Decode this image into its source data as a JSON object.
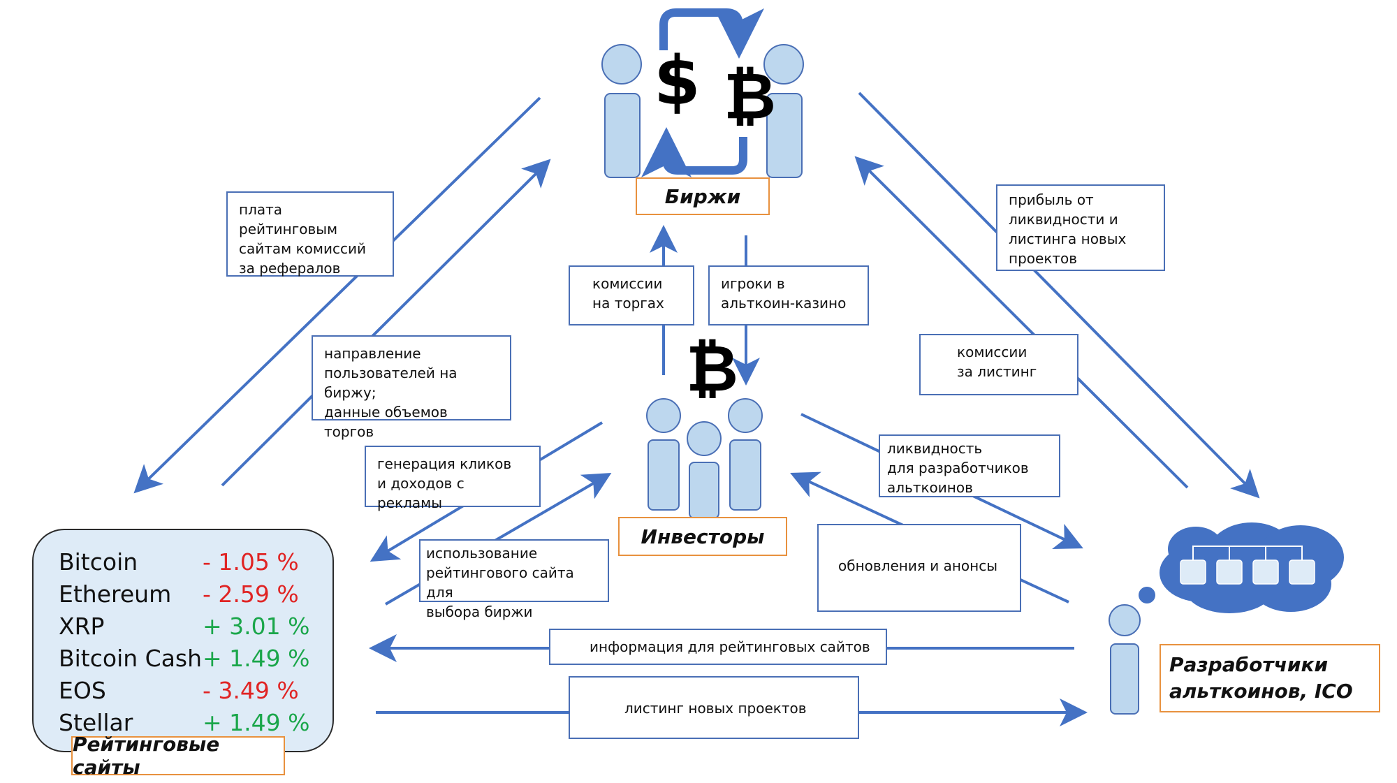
{
  "nodes": {
    "exchanges": "Биржи",
    "investors": "Инвесторы",
    "ratings": "Рейтинговые сайты",
    "developers": "Разработчики\nальткоинов, ICO"
  },
  "edge_labels": {
    "referral_fees": "плата рейтинговым\nсайтам комиссий\nза рефералов",
    "user_direction": "направление\nпользователей на биржу;\nданные объемов торгов",
    "trading_fees": "комиссии\nна торгах",
    "casino_players": "игроки в\nальткоин-казино",
    "liquidity_profit": "прибыль от\nликвидности и\nлистинга новых\nпроектов",
    "listing_fees": "комиссии\nза листинг",
    "clicks_ads": "генерация кликов\nи доходов с рекламы",
    "rating_use": "использование\nрейтингового сайта для\nвыбора биржи",
    "dev_liquidity": "ликвидность\nдля разработчиков\nальткоинов",
    "updates": "обновления и анонсы",
    "ratings_info": "информация для рейтинговых сайтов",
    "new_listing": "листинг новых проектов"
  },
  "ratings_list": [
    {
      "name": "Bitcoin",
      "change": "- 1.05 %"
    },
    {
      "name": "Ethereum",
      "change": "- 2.59 %"
    },
    {
      "name": "XRP",
      "change": "+ 3.01 %"
    },
    {
      "name": "Bitcoin Cash",
      "change": "+ 1.49 %"
    },
    {
      "name": "EOS",
      "change": "- 3.49 %"
    },
    {
      "name": "Stellar",
      "change": "+ 1.49 %"
    }
  ],
  "icons": {
    "dollar": "$",
    "bitcoin": "₿"
  },
  "colors": {
    "arrow": "#4472c4",
    "figure_fill": "#bdd7ee",
    "label_border": "#e8913e",
    "negative": "#e02424",
    "positive": "#1aa64a"
  }
}
